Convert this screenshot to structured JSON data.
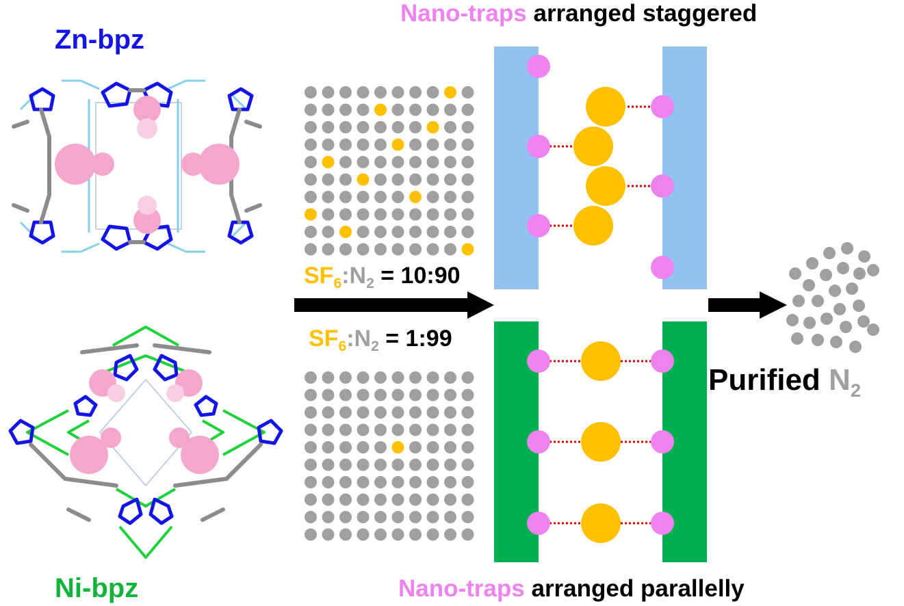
{
  "colors": {
    "zn": "#1414e6",
    "ni": "#14b43c",
    "sf6": "#ffc000",
    "n2": "#a0a0a0",
    "trap": "#ee82ee",
    "wall_top": "#93c1f0",
    "wall_bottom": "#00b050",
    "bond": "#e00000",
    "text": "#000000"
  },
  "zn_label": "Zn-bpz",
  "ni_label": "Ni-bpz",
  "top_caption": {
    "trap_word": "Nano-traps",
    "rest": " arranged staggered"
  },
  "bottom_caption": {
    "trap_word": "Nano-traps",
    "rest": " arranged parallelly"
  },
  "ratio_top": {
    "sf": "SF",
    "sf_sub": "6",
    "colon": ":",
    "n": "N",
    "n_sub": "2",
    "value": " = 10:90"
  },
  "ratio_bottom": {
    "sf": "SF",
    "sf_sub": "6",
    "colon": ":",
    "n": "N",
    "n_sub": "2",
    "value": " = 1:99"
  },
  "purified": {
    "word": "Purified ",
    "n": "N",
    "n_sub": "2"
  },
  "grid_top": {
    "rows": 10,
    "cols": 10,
    "sf6_cells": [
      [
        0,
        8
      ],
      [
        1,
        4
      ],
      [
        2,
        7
      ],
      [
        3,
        5
      ],
      [
        4,
        1
      ],
      [
        5,
        3
      ],
      [
        6,
        6
      ],
      [
        7,
        0
      ],
      [
        8,
        2
      ],
      [
        9,
        9
      ]
    ]
  },
  "grid_bottom": {
    "rows": 10,
    "cols": 10,
    "sf6_cells": [
      [
        4,
        5
      ]
    ]
  }
}
